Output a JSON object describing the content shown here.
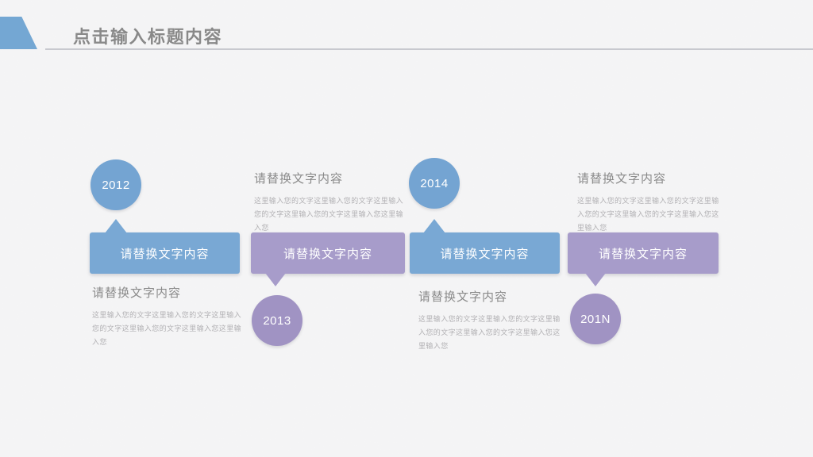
{
  "slide": {
    "title": "点击输入标题内容"
  },
  "colors": {
    "background": "#f4f4f5",
    "accent_blue": "#79a8d4",
    "accent_blue_circle": "#74a4d2",
    "accent_purple": "#a79cca",
    "accent_purple_circle": "#a093c3",
    "title_text": "#898989",
    "divider": "#c8c9cf",
    "heading_text": "#8a8a8a",
    "body_text": "#b2b1b4",
    "callout_text": "#ffffff"
  },
  "timeline": {
    "items": [
      {
        "year": "2012",
        "theme": "blue",
        "callout_label": "请替换文字内容",
        "text_block": {
          "heading": "请替换文字内容",
          "body_lines": [
            "这里输入您的文字这里输入您的文字这里输入",
            "您的文字这里输入您的文字这里输入您这里输",
            "入您"
          ]
        }
      },
      {
        "year": "2013",
        "theme": "purple",
        "callout_label": "请替换文字内容",
        "text_block": {
          "heading": "请替换文字内容",
          "body_lines": [
            "这里输入您的文字这里输入您的文字这里输入",
            "您的文字这里输入您的文字这里输入您这里输",
            "入您"
          ]
        }
      },
      {
        "year": "2014",
        "theme": "blue",
        "callout_label": "请替换文字内容",
        "text_block": {
          "heading": "请替换文字内容",
          "body_lines": [
            "这里输入您的文字这里输入您的文字这里输",
            "入您的文字这里输入您的文字这里输入您这",
            "里输入您"
          ]
        }
      },
      {
        "year": "201N",
        "theme": "purple",
        "callout_label": "请替换文字内容",
        "text_block": {
          "heading": "请替换文字内容",
          "body_lines": [
            "这里输入您的文字这里输入您的文字这里输",
            "入您的文字这里输入您的文字这里输入您这",
            "里输入您"
          ]
        }
      }
    ]
  }
}
